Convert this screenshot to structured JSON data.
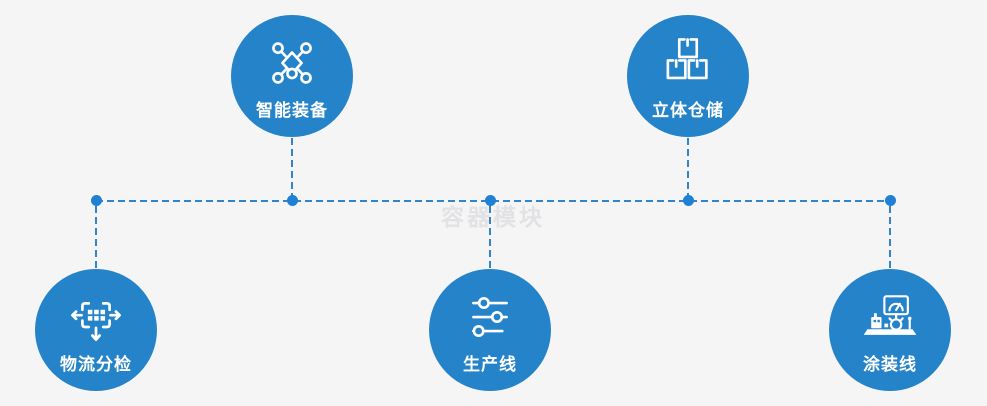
{
  "page": {
    "watermark": "容器模块"
  },
  "colors": {
    "page_bg": "#f5f5f6",
    "node_fill": "#2583c9",
    "connector": "#2f86cf",
    "dot": "#1f80d4",
    "icon": "#ffffff",
    "watermark": "#e2e2e5",
    "label": "#ffffff"
  },
  "diagram": {
    "nodes": [
      {
        "id": "smart-equipment",
        "label": "智能装备",
        "icon": "network-nodes-icon",
        "row": "top"
      },
      {
        "id": "warehouse",
        "label": "立体仓储",
        "icon": "stacked-boxes-icon",
        "row": "top"
      },
      {
        "id": "logistics-sorting",
        "label": "物流分检",
        "icon": "sort-distribute-icon",
        "row": "bottom"
      },
      {
        "id": "production-line",
        "label": "生产线",
        "icon": "sliders-icon",
        "row": "bottom"
      },
      {
        "id": "painting-line",
        "label": "涂装线",
        "icon": "machine-monitor-icon",
        "row": "bottom"
      }
    ],
    "connectors": {
      "trunk": "horizontal-dashed-line",
      "branches": 5,
      "junction_dots": 5
    }
  }
}
